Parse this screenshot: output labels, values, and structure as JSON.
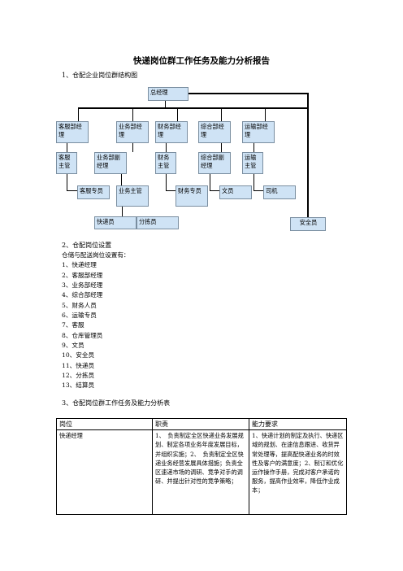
{
  "title": "快递岗位群工作任务及能力分析报告",
  "section1": "1、仓配企业岗位群结构图",
  "org": {
    "gm": "总经理",
    "managers": [
      "客服部经理",
      "业务部经理",
      "财务部经理",
      "综合部经理",
      "运输部经理"
    ],
    "level2": [
      "客服主管",
      "业务部副经理",
      "财务主管",
      "综合部副经理",
      "运输主管"
    ],
    "level3": [
      "客服专员",
      "业务主管",
      "财务专员",
      "文员",
      "司机"
    ],
    "level4": [
      "快递员",
      "分拣员"
    ],
    "safety": "安全员"
  },
  "section2": "2、仓配岗位设置",
  "intro": "仓储与配送岗位设置有：",
  "positions": [
    "1、快递经理",
    "2、客服部经理",
    "3、业务部经理",
    "4、综合部经理",
    "5、财务人员",
    "6、运输专员",
    "7、客服",
    "8、仓库管理员",
    "9、文员",
    "10、安全员",
    "11、快递员",
    "12、分拣员",
    "13、结算员"
  ],
  "section3": "3、仓配岗位群工作任务及能力分析表",
  "table": {
    "headers": [
      "岗位",
      "职责",
      "能力要求"
    ],
    "row": {
      "position": "快递经理",
      "duties": "1、　负责制定全区快递业务发展规划、制定各项业务年度发展目标，并组织实施；2、　负责制定全区快递业务经营发展具体措施；负责全区速递市场的调研、竞争对手的调研、并提出针对性的竞争策略；",
      "abilities": "1、快递计划的制定及执行、快递区域的规划、在途信息跟进、收货异常处理等，提高配快递业务的时效性及客户的满意度；2、制订和优化运作操作手册，完成对客户承诺的服务，提高作业效率，降低作业成本；"
    }
  }
}
